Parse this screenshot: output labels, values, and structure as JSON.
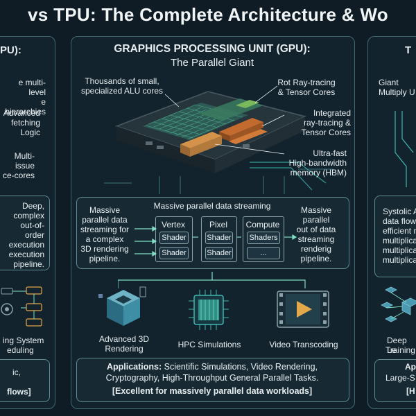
{
  "header": {
    "title": "vs TPU: The Complete Architecture & Wo"
  },
  "left": {
    "heading": "PU):",
    "feat1": [
      "e multi-level",
      "e hierarchies"
    ],
    "feat2": [
      "Advanced",
      "fetching",
      "Logic"
    ],
    "feat3": [
      "Multi-issue",
      "ce-cores"
    ],
    "exec": [
      "Deep,",
      "complex",
      "out-of-order",
      "execution",
      "execution",
      "pipeline."
    ],
    "app_label": "ing System",
    "app_label2": "eduling",
    "bottom1": "ic,",
    "bottom2": "flows]"
  },
  "gpu": {
    "heading": "GRAPHICS PROCESSING UNIT (GPU):",
    "subtitle": "The Parallel Giant",
    "callouts": {
      "alu": [
        "Thousands of small,",
        "specialized ALU cores"
      ],
      "rt": [
        "Rot Ray-tracing",
        "& Tensor Cores"
      ],
      "integrated": [
        "Integrated",
        "ray-tracing &",
        "Tensor Cores"
      ],
      "hbm": [
        "Ultra-fast",
        "High-bandwidth",
        "memory (HBM)"
      ]
    },
    "stream": {
      "title": "Massive parallel data streaming",
      "left": [
        "Massive",
        "parallel data",
        "streaming for",
        "a complex",
        "3D rendering",
        "pipeline."
      ],
      "right": [
        "Massive",
        "parallel",
        "out of data",
        "streaming",
        "renderig",
        "pipeline."
      ],
      "stages": [
        {
          "name": "Vertex",
          "items": [
            "Shader",
            "Shader"
          ]
        },
        {
          "name": "Pixel",
          "items": [
            "Shader",
            "Shader"
          ]
        },
        {
          "name": "Compute",
          "items": [
            "Shaders",
            "..."
          ]
        }
      ]
    },
    "apps": [
      {
        "label": "Advanced 3D",
        "label2": "Rendering"
      },
      {
        "label": "HPC Simulations",
        "label2": ""
      },
      {
        "label": "Video Transcoding",
        "label2": ""
      }
    ],
    "applications_key": "Applications:",
    "applications_text": " Scientific Simulations, Video Rendering,",
    "applications_text2": "Cryptography, High-Throughput General Parallel Tasks.",
    "applications_tag": "[Excellent for massively parallel data workloads]"
  },
  "right": {
    "heading": "T",
    "feat": [
      "Giant",
      "Multiply U"
    ],
    "systolic": [
      "Systolic A",
      "data flow",
      "efficient m",
      "multiplica",
      "multiplica",
      "multiplica"
    ],
    "app_label": "Deep Le",
    "app_label2": "Training",
    "bottom1": "Ap",
    "bottom2": "Large-S",
    "bottom3": "[H"
  },
  "colors": {
    "accent": "#7fe0c5",
    "tag": "#7fe0c5",
    "gold": "#e2a84a"
  }
}
